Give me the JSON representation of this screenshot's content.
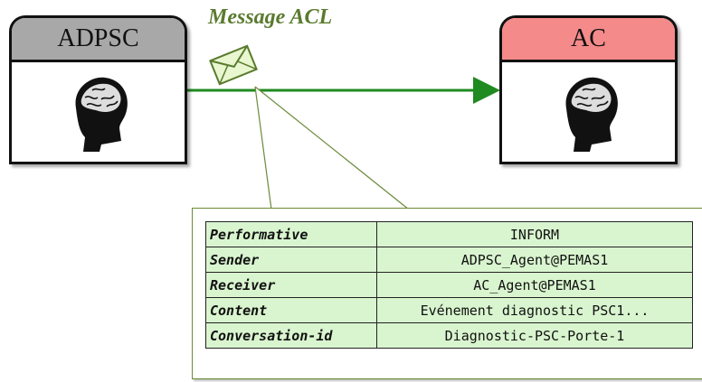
{
  "agents": {
    "left": {
      "name": "ADPSC",
      "icon": "brain-head-icon",
      "header_color": "#a8a8a8"
    },
    "right": {
      "name": "AC",
      "icon": "brain-head-icon",
      "header_color": "#f58a8a"
    }
  },
  "message": {
    "label": "Message ACL",
    "icon": "envelope-icon",
    "arrow_color": "#1f8a1f"
  },
  "acl": {
    "rows": [
      {
        "key": "Performative",
        "value": "INFORM"
      },
      {
        "key": "Sender",
        "value": "ADPSC_Agent@PEMAS1"
      },
      {
        "key": "Receiver",
        "value": "AC_Agent@PEMAS1"
      },
      {
        "key": "Content",
        "value": "Evénement diagnostic PSC1..."
      },
      {
        "key": "Conversation-id",
        "value": "Diagnostic-PSC-Porte-1"
      }
    ]
  }
}
